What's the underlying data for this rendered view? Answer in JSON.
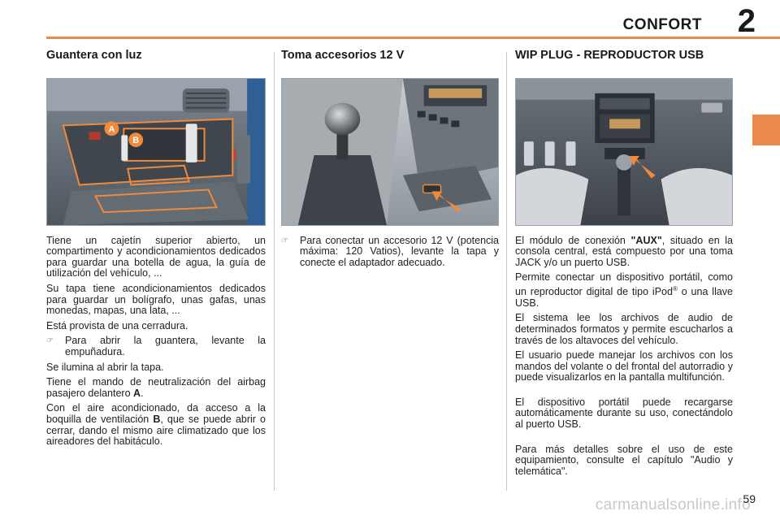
{
  "header": {
    "title": "CONFORT",
    "chapter": "2"
  },
  "page_number": "59",
  "watermark": "carmanualsonline.info",
  "bullet_glyph": "☞",
  "col1": {
    "heading": "Guantera con luz",
    "labels": {
      "a": "A",
      "b": "B"
    },
    "p1": "Tiene un cajetín superior abierto, un compartimento y acondicionamientos dedicados para guardar una botella de agua, la guía de utilización del vehículo, ...",
    "p2": "Su tapa tiene acondicionamientos dedicados para guardar un bolígrafo, unas gafas, unas monedas, mapas, una lata, ...",
    "p3": "Está provista de una cerradura.",
    "bullet1": "Para abrir la guantera, levante la empuñadura.",
    "p4": "Se ilumina al abrir la tapa.",
    "p5_pre": "Tiene el mando de neutralización del airbag pasajero delantero ",
    "p5_bold": "A",
    "p5_post": ".",
    "p6_pre": "Con el aire acondicionado, da acceso a la boquilla de ventilación ",
    "p6_bold": "B",
    "p6_post": ", que se puede abrir o cerrar, dando el mismo aire climatizado que los aireadores del habitáculo."
  },
  "col2": {
    "heading": "Toma accesorios 12 V",
    "bullet1": "Para conectar un accesorio 12 V (potencia máxima: 120 Vatios), levante la tapa y conecte el adaptador adecuado."
  },
  "col3": {
    "heading": "WIP PLUG - REPRODUCTOR USB",
    "p1_pre": "El módulo de conexión ",
    "p1_bold": "\"AUX\"",
    "p1_post": ", situado en la consola central, está compuesto por una toma JACK y/o un puerto USB.",
    "p2_pre": "Permite conectar un dispositivo portátil, como un reproductor digital de tipo iPod",
    "p2_sup": "®",
    "p2_post": " o una llave USB.",
    "p3": "El sistema lee los archivos de audio de determinados formatos y permite escucharlos a través de los altavoces del vehículo.",
    "p4": "El usuario puede manejar los archivos con los mandos del volante o del frontal del autorradio y puede visualizarlos en la pantalla multifunción.",
    "p5": "El dispositivo portátil puede recargarse automáticamente durante su uso, conectándolo al puerto USB.",
    "p6": "Para más detalles sobre el uso de este equipamiento, consulte el capítulo \"Audio y telemática\"."
  },
  "colors": {
    "accent": "#e98a4a",
    "callout": "#f08a3c"
  }
}
